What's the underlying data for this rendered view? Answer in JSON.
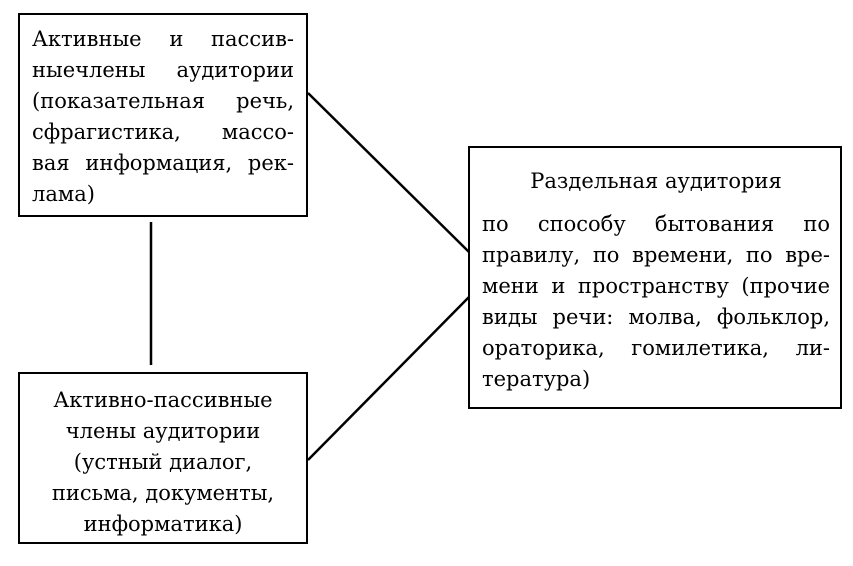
{
  "diagram": {
    "box_active_passive": {
      "lines": [
        "Активные и пассив-",
        "ныечлены аудитории",
        "(показательная речь,",
        "сфрагистика, массо-",
        "вая информация, рек-",
        "лама)"
      ]
    },
    "box_active_passive_mixed": {
      "lines": [
        "Активно-пассивные",
        "члены аудитории",
        "(устный диалог,",
        "письма, документы,",
        "информатика)"
      ]
    },
    "box_separated": {
      "title": "Раздельная аудитория",
      "lines": [
        "по способу бытования по",
        "правилу, по времени, по вре-",
        "мени и пространству (прочие",
        "виды речи: молва, фольклор,",
        "ораторика, гомилетика, ли-",
        "тература)"
      ]
    },
    "colors": {
      "stroke": "#000000",
      "background": "#ffffff"
    }
  }
}
